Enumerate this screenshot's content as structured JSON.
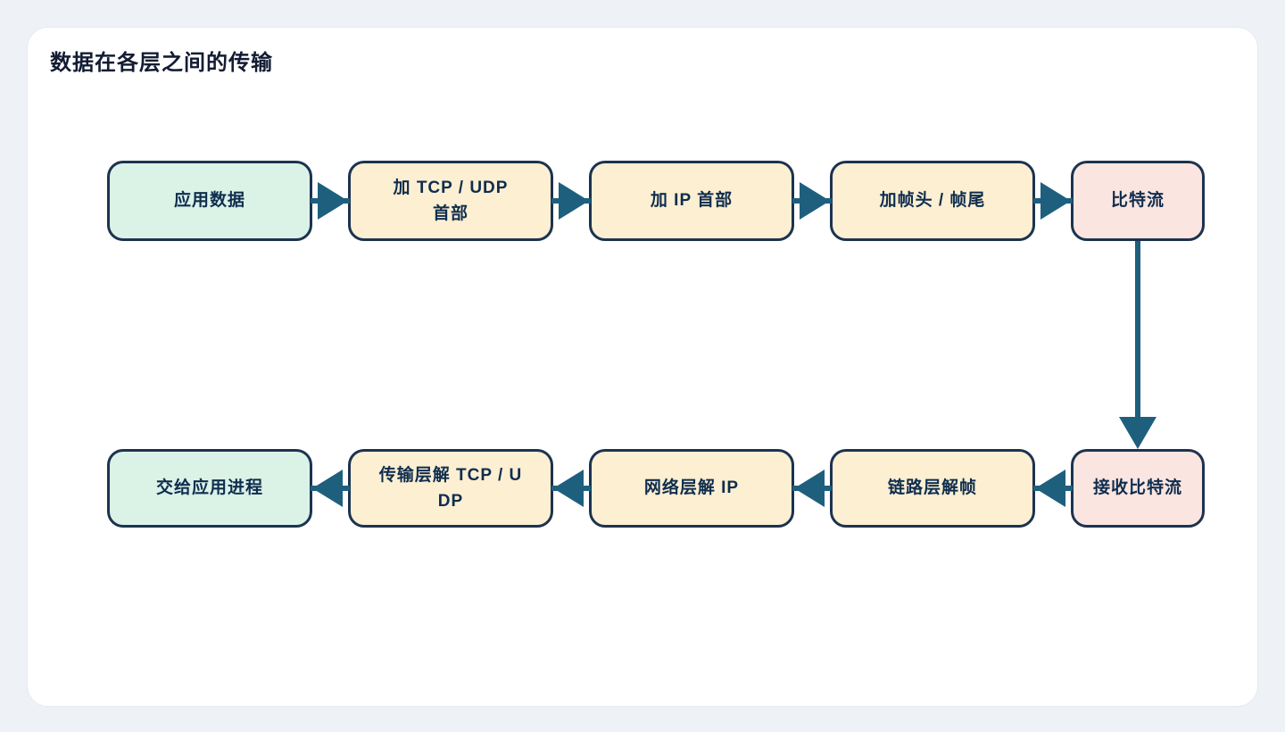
{
  "page": {
    "title": "数据在各层之间的传输"
  },
  "colors": {
    "page_background": "#eef2f6",
    "canvas_background": "#ffffff",
    "canvas_border": "#e3eaf1",
    "arrow": "#1e5f7e",
    "node_border": "#1c3350",
    "node_text": "#0f2d4e",
    "fill_mint": "#dbf2e7",
    "fill_cream": "#fcefd2",
    "fill_pink": "#fbe5e0"
  },
  "diagram": {
    "top_row": [
      {
        "id": "application-data",
        "label": "应用数据",
        "fill": "mint"
      },
      {
        "id": "add-tcp-udp-header",
        "label": "加 TCP / UDP\n首部",
        "fill": "cream"
      },
      {
        "id": "add-ip-header",
        "label": "加 IP 首部",
        "fill": "cream"
      },
      {
        "id": "add-frame-head-tail",
        "label": "加帧头 / 帧尾",
        "fill": "cream"
      },
      {
        "id": "bitstream",
        "label": "比特流",
        "fill": "pink"
      }
    ],
    "bottom_row": [
      {
        "id": "deliver-to-app",
        "label": "交给应用进程",
        "fill": "mint"
      },
      {
        "id": "transport-strip-header",
        "label": "传输层解 TCP / U\nDP",
        "fill": "cream"
      },
      {
        "id": "network-strip-ip",
        "label": "网络层解 IP",
        "fill": "cream"
      },
      {
        "id": "link-deframe",
        "label": "链路层解帧",
        "fill": "cream"
      },
      {
        "id": "receive-bitstream",
        "label": "接收比特流",
        "fill": "pink"
      }
    ]
  }
}
